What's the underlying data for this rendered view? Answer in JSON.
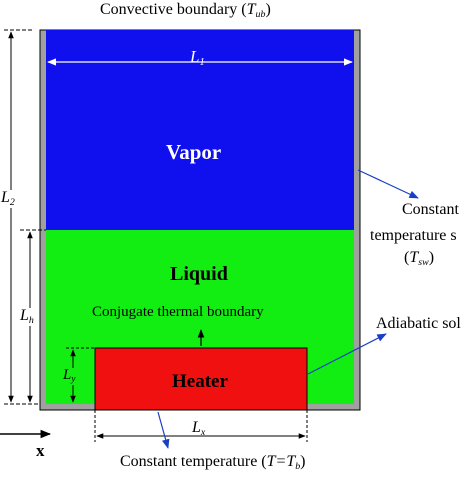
{
  "top_label": {
    "text": "Convective boundary (",
    "var": "T",
    "sub": "ub",
    "close": ")"
  },
  "regions": {
    "vapor": {
      "label": "Vapor",
      "color": "#1010ee"
    },
    "liquid": {
      "label": "Liquid",
      "color": "#12ee12"
    },
    "heater": {
      "label": "Heater",
      "color": "#f01010"
    }
  },
  "wall_color": "#a0a0a0",
  "dims": {
    "L1": {
      "var": "L",
      "sub": "1"
    },
    "L2": {
      "var": "L",
      "sub": "2"
    },
    "Lh": {
      "var": "L",
      "sub": "h"
    },
    "Ly": {
      "var": "L",
      "sub": "y"
    },
    "Lx": {
      "var": "L",
      "sub": "x"
    }
  },
  "right_labels": {
    "constant_line1": "Constant",
    "constant_line2": "temperature s",
    "tsw": {
      "open": "(",
      "var": "T",
      "sub": "sw",
      "close": ")"
    },
    "adiabatic": "Adiabatic sol"
  },
  "conjugate_label": "Conjugate thermal boundary",
  "bottom_label": {
    "text": "Constant temperature  (",
    "eq": "T=T",
    "sub": "b",
    "close": ")"
  },
  "axis_label": "x"
}
